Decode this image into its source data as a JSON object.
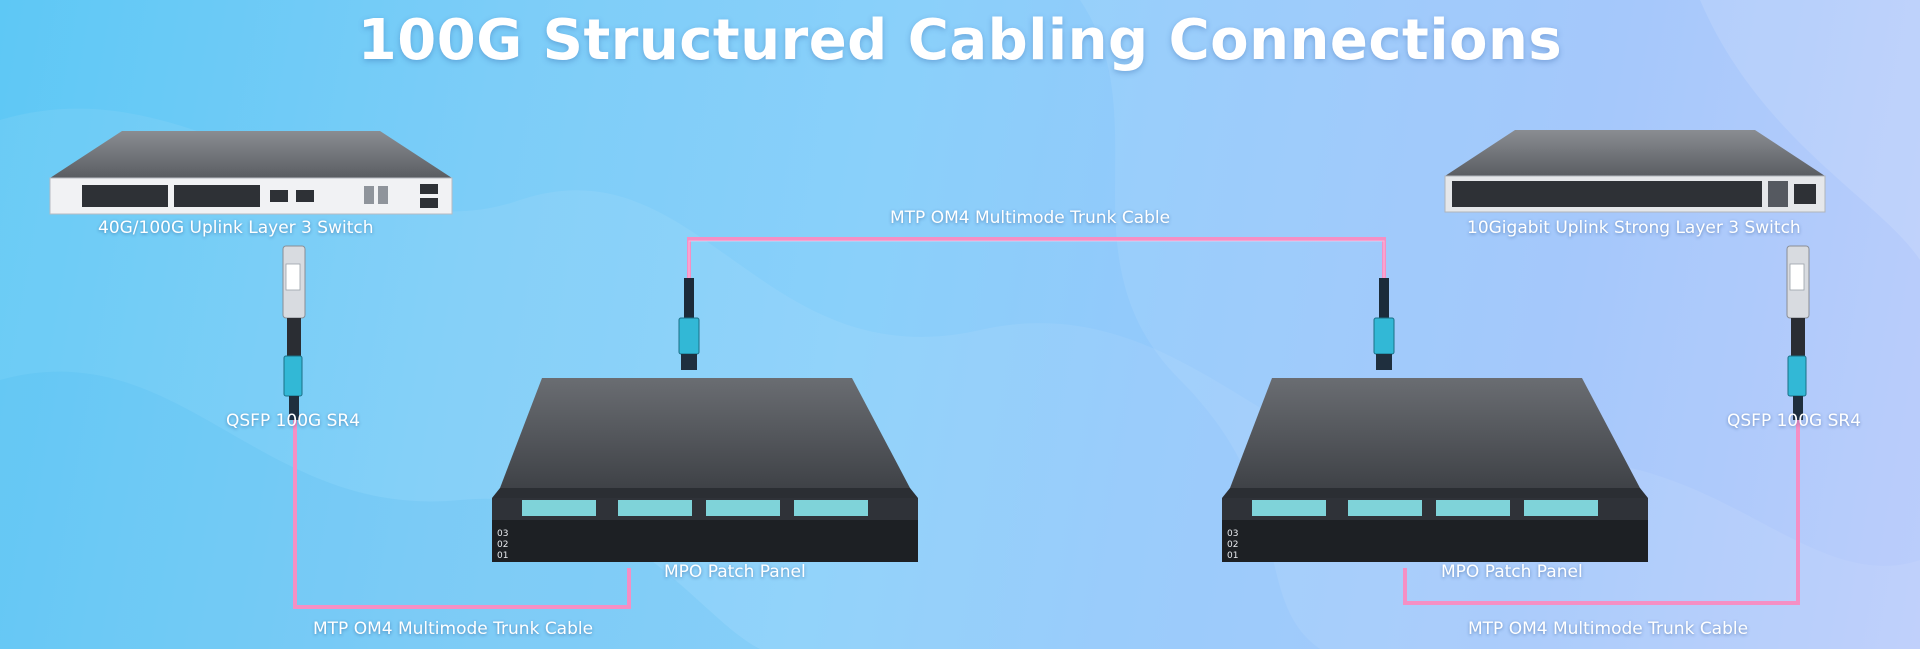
{
  "title": "100G Structured Cabling Connections",
  "colors": {
    "cable": "#f58fc4",
    "connector": "#32b8d6",
    "device": "#4a4d52"
  },
  "devices": {
    "left_switch": {
      "label": "40G/100G Uplink Layer 3 Switch",
      "icon": "network-switch-icon"
    },
    "right_switch": {
      "label": "10Gigabit Uplink Strong Layer 3 Switch",
      "icon": "network-switch-icon"
    },
    "left_panel": {
      "label": "MPO Patch Panel",
      "icon": "patch-panel-icon"
    },
    "right_panel": {
      "label": "MPO Patch Panel",
      "icon": "patch-panel-icon"
    },
    "left_transceiver": {
      "label": "QSFP 100G SR4",
      "icon": "transceiver-icon"
    },
    "right_transceiver": {
      "label": "QSFP 100G SR4",
      "icon": "transceiver-icon"
    }
  },
  "cables": {
    "top": "MTP OM4 Multimode Trunk Cable",
    "bottom_left": "MTP OM4 Multimode Trunk Cable",
    "bottom_right": "MTP OM4 Multimode Trunk Cable"
  },
  "panel_port_rows": [
    "03",
    "02",
    "01"
  ]
}
